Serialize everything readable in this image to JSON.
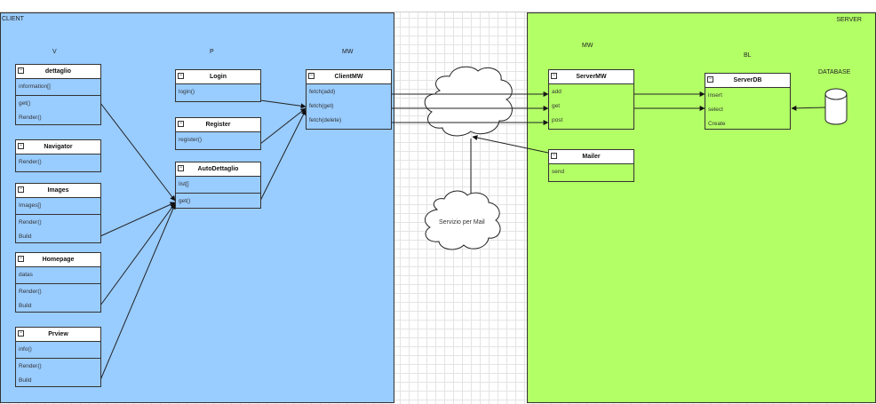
{
  "regions": {
    "client_label": "CLIENT",
    "server_label": "SERVER"
  },
  "columns": {
    "v": "V",
    "p": "P",
    "mw_client": "MW",
    "mw_server": "MW",
    "bl": "BL",
    "database": "DATABASE"
  },
  "classes": {
    "dettaglio": {
      "name": "dettaglio",
      "attrs": [
        "information[]"
      ],
      "methods": [
        "get()",
        "Render()"
      ]
    },
    "navigator": {
      "name": "Navigator",
      "methods": [
        "Render()"
      ]
    },
    "images": {
      "name": "Images",
      "attrs": [
        "Images[]"
      ],
      "methods": [
        "Render()",
        "Build"
      ]
    },
    "homepage": {
      "name": "Homepage",
      "attrs": [
        "datas"
      ],
      "methods": [
        "Render()",
        "Build"
      ]
    },
    "prview": {
      "name": "Prview",
      "attrs": [
        "info()"
      ],
      "methods": [
        "Render()",
        "Build"
      ]
    },
    "login": {
      "name": "Login",
      "methods": [
        "login()"
      ]
    },
    "register": {
      "name": "Register",
      "methods": [
        "register()"
      ]
    },
    "autodettaglio": {
      "name": "AutoDettaglio",
      "attrs": [
        "list[]"
      ],
      "methods": [
        "get()"
      ]
    },
    "clientmw": {
      "name": "ClientMW",
      "methods": [
        "fetch(add)",
        "fetch(get)",
        "fetch(delete)"
      ]
    },
    "servermw": {
      "name": "ServerMW",
      "methods": [
        "add",
        "get",
        "post"
      ]
    },
    "mailer": {
      "name": "Mailer",
      "methods": [
        "send"
      ]
    },
    "serverdb": {
      "name": "ServerDB",
      "methods": [
        "insert",
        "select",
        "Create"
      ]
    }
  },
  "cloud_mail": {
    "label": "Servizio per Mail"
  },
  "colors": {
    "client": "#99ccff",
    "server": "#b3ff66",
    "line": "#333333"
  }
}
